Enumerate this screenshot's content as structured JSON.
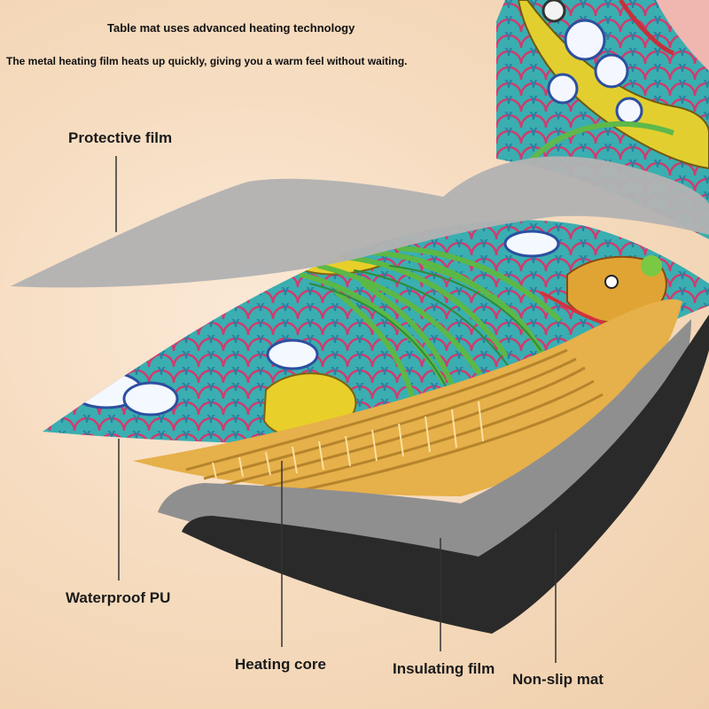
{
  "headline": {
    "line1": "Table mat uses advanced heating technology",
    "line2": "The metal heating film heats up quickly, giving you a warm feel without waiting."
  },
  "layers": [
    {
      "label": "Protective film",
      "color": "#b2b2b2"
    },
    {
      "label": "Waterproof PU",
      "color": "#3aaeb0"
    },
    {
      "label": "Heating core",
      "color": "#e6b04a"
    },
    {
      "label": "Insulating film",
      "color": "#8f8f8f"
    },
    {
      "label": "Non-slip mat",
      "color": "#2a2a2a"
    }
  ],
  "colors": {
    "background": "#f6dcc0",
    "leader_line": "#333333",
    "pattern_green": "#5fb84a",
    "pattern_yellow": "#e6cf2c",
    "pattern_red": "#d3323a"
  }
}
